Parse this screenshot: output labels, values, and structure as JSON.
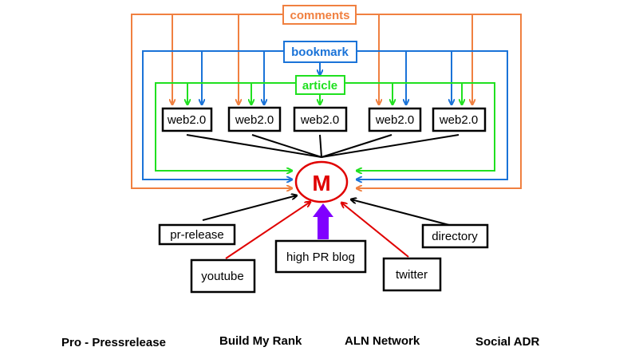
{
  "sources": {
    "comments": {
      "label": "comments",
      "color": "#f08040"
    },
    "bookmark": {
      "label": "bookmark",
      "color": "#1a73d8"
    },
    "article": {
      "label": "article",
      "color": "#20e020"
    }
  },
  "web_nodes": [
    {
      "label": "web2.0"
    },
    {
      "label": "web2.0"
    },
    {
      "label": "web2.0"
    },
    {
      "label": "web2.0"
    },
    {
      "label": "web2.0"
    }
  ],
  "money_site": {
    "label": "M",
    "color": "#e00000"
  },
  "inputs": {
    "pr_release": "pr-release",
    "youtube": "youtube",
    "high_pr_blog": "high PR blog",
    "twitter": "twitter",
    "directory": "directory"
  },
  "colors": {
    "red_link": "#e00000",
    "black_link": "#000000",
    "highlight_arrow": "#8000ff"
  },
  "footer": [
    "Pro - Pressrelease",
    "Build My Rank",
    "ALN Network",
    "Social ADR"
  ]
}
